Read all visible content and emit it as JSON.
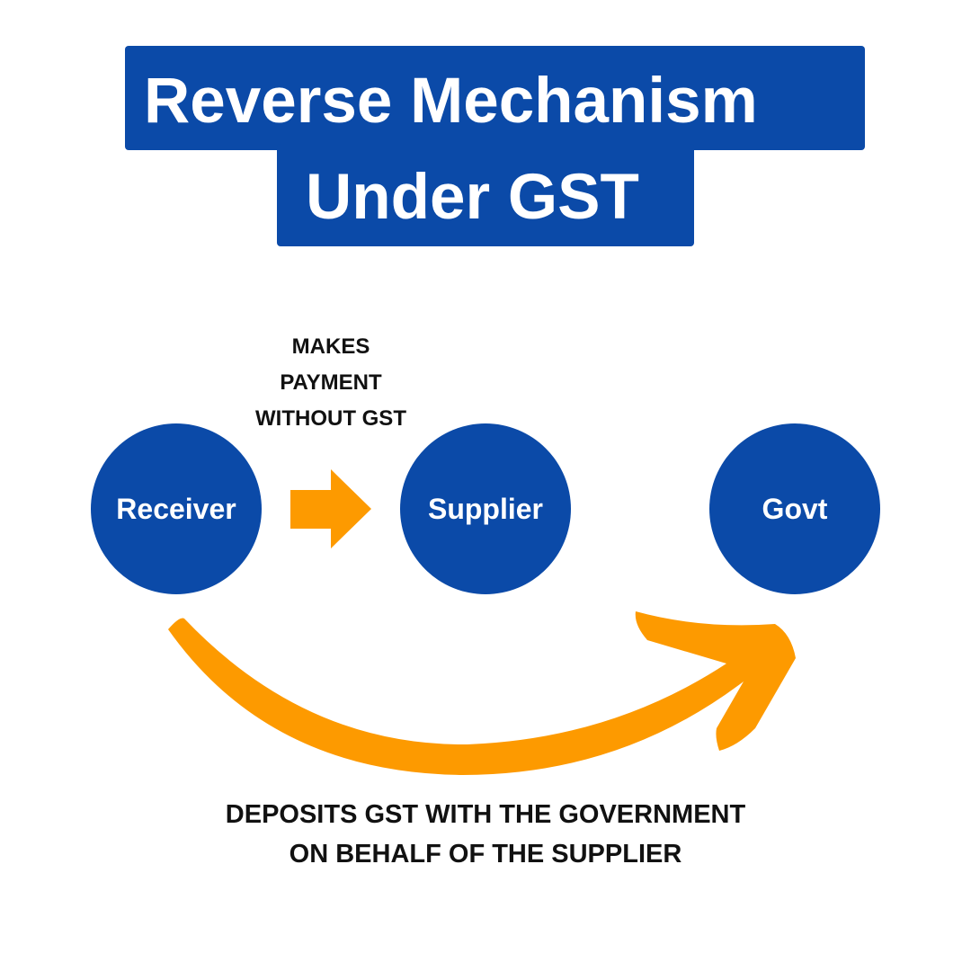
{
  "title": {
    "line1": "Reverse Mechanism",
    "line2": "Under GST"
  },
  "nodes": {
    "receiver": "Receiver",
    "supplier": "Supplier",
    "govt": "Govt"
  },
  "payment_label": {
    "line1": "MAKES",
    "line2": "PAYMENT",
    "line3": "WITHOUT GST"
  },
  "deposit_label": {
    "line1": "DEPOSITS GST WITH THE GOVERNMENT",
    "line2": "ON BEHALF OF THE SUPPLIER"
  },
  "colors": {
    "blue": "#0b4aa8",
    "orange": "#fd9a00"
  }
}
